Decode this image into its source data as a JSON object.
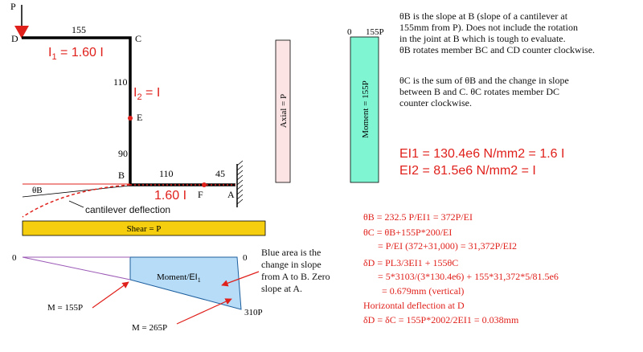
{
  "frame": {
    "labels": {
      "P": "P",
      "D": "D",
      "C": "C",
      "E": "E",
      "B": "B",
      "F": "F",
      "A": "A",
      "dim_cd": "155",
      "dim_upper_bc": "110",
      "dim_lower_bc": "90",
      "dim_bf": "110",
      "dim_fa": "45",
      "theta_b": "θB"
    },
    "inertia": {
      "i1_base": "I",
      "i1_sub": "1",
      "i1_tail": " = 1.60 I",
      "i2_base": "I",
      "i2_sub": "2",
      "i2_tail": " = I",
      "ba_label": "1.60 I"
    },
    "cantilever_deflection": "cantilever deflection"
  },
  "bars": {
    "axial": "Axial = P",
    "moment": "Moment = 155P",
    "moment_zero": "0",
    "moment_top": "155P",
    "shear": "Shear = P"
  },
  "moment_diagram": {
    "zero_left": "0",
    "zero_right": "0",
    "area_label_base": "Moment/",
    "area_label_ei": "EI",
    "area_label_sub": "1",
    "m155": "M = 155P",
    "m265": "M =  265P",
    "m310": "310P",
    "note": [
      "Blue area is the",
      "change in slope",
      "from A to B. Zero",
      "slope at A."
    ]
  },
  "notes": {
    "theta_b_lines": [
      "θB is the slope at B (slope of a cantilever at",
      "155mm from P).  Does not include the rotation",
      "in the joint at B which is tough to evaluate.",
      "θB rotates member BC and CD counter clockwise."
    ],
    "theta_c_lines": [
      "θC is the sum of θB and the change in slope",
      "between B and C.  θC rotates member DC",
      "counter clockwise."
    ],
    "ei1": "EI1 = 130.4e6 N/mm2 = 1.6 I",
    "ei2": "EI2 = 81.5e6 N/mm2 = I"
  },
  "equations": [
    "θB = 232.5 P/EI1 = 372P/EI",
    "θC = θB+155P*200/EI",
    "= P/EI (372+31,000) = 31,372P/EI2",
    "δD = PL3/3EI1 + 155θC",
    "= 5*3103/(3*130.4e6) + 155*31,372*5/81.5e6",
    "= 0.679mm (vertical)",
    "Horizontal deflection at D",
    "δD = δC = 155P*2002/2EI1 = 0.038mm"
  ],
  "colors": {
    "red": "#e0201b",
    "frame": "#000000",
    "axial_fill": "#fde4e4",
    "moment_fill": "#7ff5d2",
    "shear_fill": "#f5cf0f",
    "moment_area": "#b7dcf7",
    "purple": "#9b59b6"
  }
}
